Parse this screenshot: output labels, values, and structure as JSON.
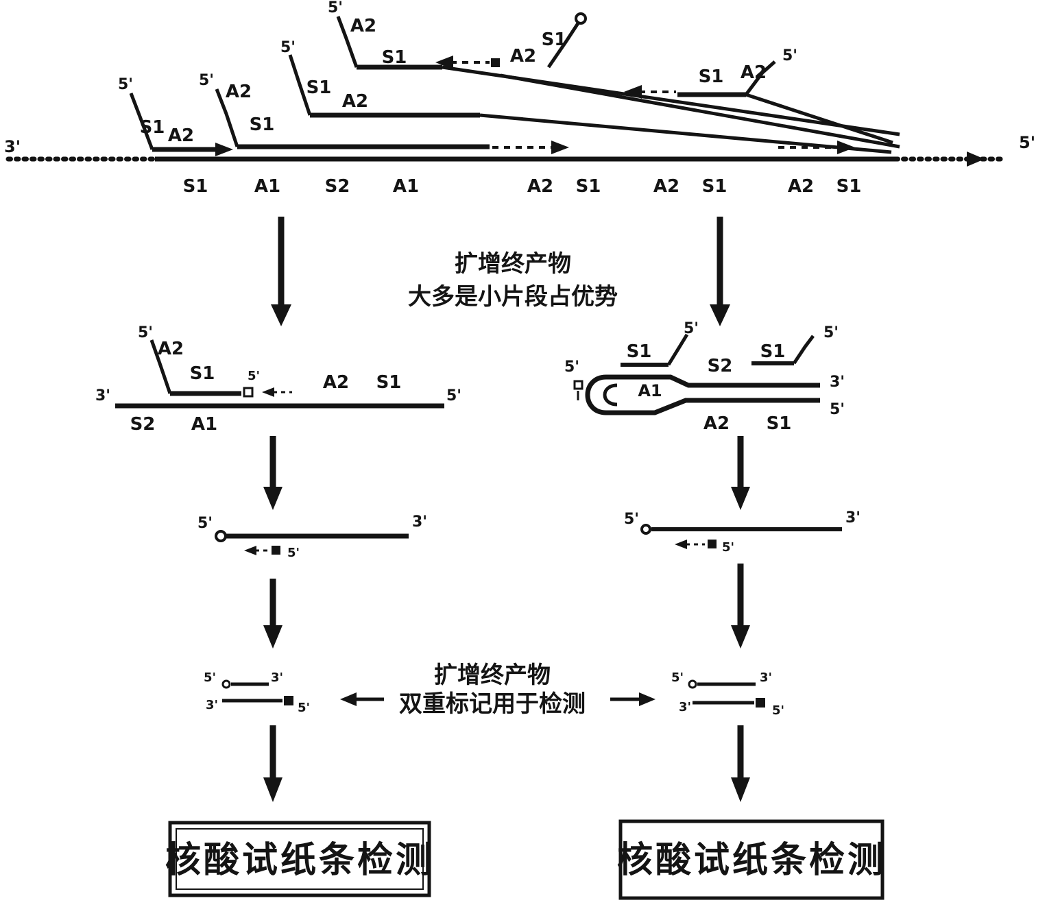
{
  "top": {
    "left_end": "3'",
    "right_end": "5'",
    "track_labels": [
      "S1",
      "A1",
      "S2",
      "A1",
      "A2",
      "S1",
      "A2",
      "S1",
      "A2",
      "S1"
    ],
    "primer1": {
      "five_prime": "5'",
      "s1": "S1",
      "a2": "A2"
    },
    "primer2": {
      "five_prime": "5'",
      "a2": "A2",
      "s1": "S1"
    },
    "primer3": {
      "five_prime": "5'",
      "s1": "S1",
      "a2": "A2"
    },
    "primer4": {
      "five_prime": "5'",
      "a2": "A2",
      "s1": "S1",
      "a2_right": "A2",
      "s1_right": "S1"
    },
    "primer5": {
      "s1": "S1",
      "a2": "A2",
      "five_prime": "5'"
    }
  },
  "stage1_caption": {
    "line1": "扩增终产物",
    "line2": "大多是小片段占优势"
  },
  "mid_left": {
    "three_end": "3'",
    "five_end": "5'",
    "primer_five": "5'",
    "primer_a2": "A2",
    "primer_s1": "S1",
    "probe_five": "5'",
    "a2": "A2",
    "s1": "S1",
    "s2": "S2",
    "a1": "A1"
  },
  "mid_right": {
    "five_left": "5'",
    "s1_left": "S1",
    "five_top1": "5'",
    "s2": "S2",
    "s1_right": "S1",
    "five_top2": "5'",
    "a1": "A1",
    "three_end": "3'",
    "five_end": "5'",
    "a2": "A2",
    "s1_bottom": "S1"
  },
  "simple_left": {
    "five_end": "5'",
    "three_end": "3'",
    "probe_five": "5'"
  },
  "simple_right": {
    "five_end": "5'",
    "three_end": "3'",
    "probe_five": "5'"
  },
  "stage2_caption": {
    "line1": "扩增终产物",
    "line2": "双重标记用于检测"
  },
  "detect_left": {
    "top_five": "5'",
    "top_three": "3'",
    "bottom_three": "3'",
    "bottom_five": "5'"
  },
  "detect_right": {
    "top_five": "5'",
    "top_three": "3'",
    "bottom_three": "3'",
    "bottom_five": "5'"
  },
  "boxes": {
    "left": "核酸试纸条检测",
    "right": "核酸试纸条检测"
  }
}
